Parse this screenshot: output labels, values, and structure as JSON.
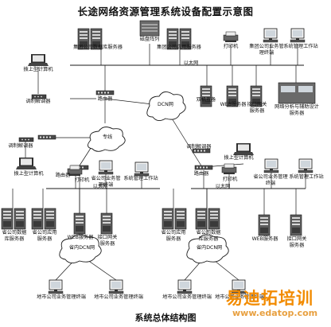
{
  "title": "长途网络资源管理系统设备配置示意图",
  "caption": "系统总体结构图",
  "watermark": {
    "name": "易迪拓培训",
    "url": "www.edatop.com"
  },
  "labels": {
    "disk_array": "磁盘阵列",
    "group_db_server": "集团公司数据库服务器",
    "group_app_server": "集团公司应用服务器",
    "printer": "打印机",
    "group_biz_terminal": "集团公司业务管理终端",
    "sys_mgmt_ws": "系统管理工作站",
    "ethernet": "以太网",
    "dial_pc": "拨上型计算机",
    "modem": "调制解调器",
    "router": "路由器",
    "dcn_net": "DCN网",
    "dual_host": "双机互备",
    "web_server": "WEB服务器",
    "iface_server": "接口网关服务器",
    "net_analysis_server": "网络分析与辅助设计服务器",
    "dedicated_line": "专线",
    "prov_biz_terminal": "省公司业务管理终端",
    "prov_db_server": "省公司数据库服务器",
    "prov_app_server": "省公司应用服务器",
    "prov_dcn": "省内DCN网",
    "city_biz_terminal": "地市公司业务管理终端"
  },
  "colors": {
    "line": "#1a1a1a",
    "device": "#6c6c6c",
    "screen": "#cfd6dc",
    "watermark": "#f28b00"
  }
}
